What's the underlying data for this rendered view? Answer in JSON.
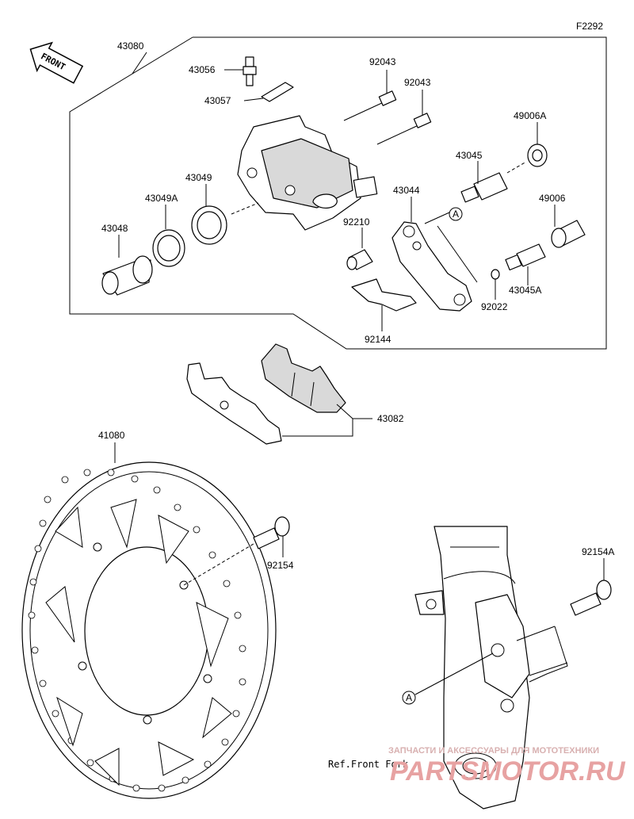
{
  "figure_code": "F2292",
  "front_label": "FRONT",
  "ref_label": "Ref.Front Fork",
  "callout_letter": "A",
  "watermark": {
    "top": "ЗАПЧАСТИ И АКСЕССУАРЫ ДЛЯ МОТОТЕХНИКИ",
    "brand": "PARTSMOTOR.RU"
  },
  "parts": {
    "p43080": "43080",
    "p43056": "43056",
    "p43057": "43057",
    "p92043a": "92043",
    "p92043b": "92043",
    "p49006A": "49006A",
    "p43045": "43045",
    "p43049": "43049",
    "p43049A": "43049A",
    "p43044": "43044",
    "p49006": "49006",
    "p43048": "43048",
    "p92210": "92210",
    "p43045A": "43045A",
    "p92022": "92022",
    "p92144": "92144",
    "p43082": "43082",
    "p41080": "41080",
    "p92154": "92154",
    "p92154A": "92154A"
  }
}
